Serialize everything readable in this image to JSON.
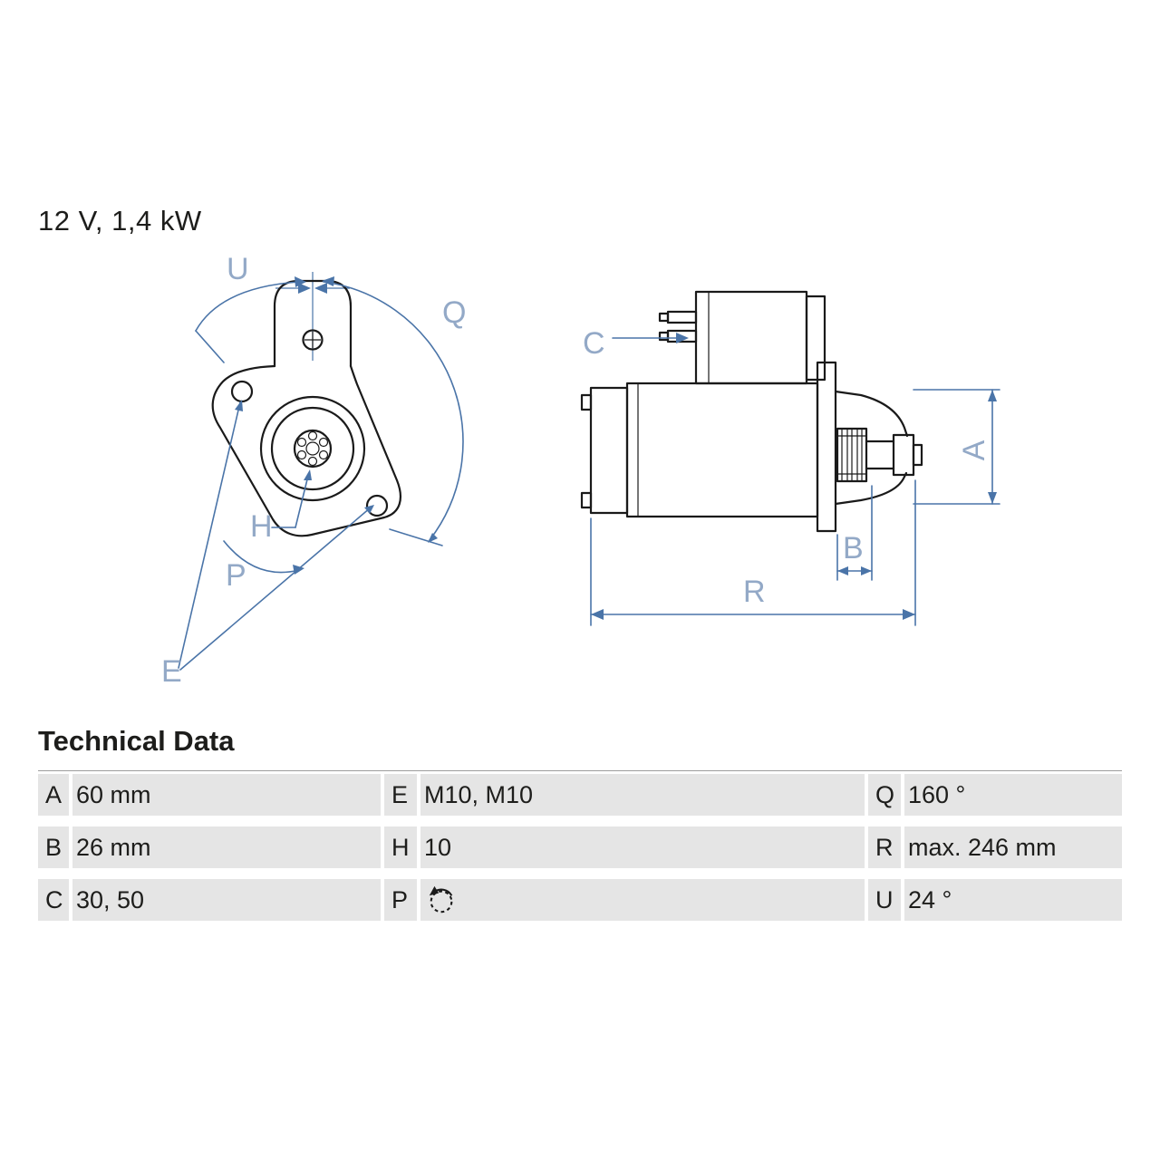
{
  "header": {
    "spec": "12 V, 1,4 kW"
  },
  "diagram": {
    "front_view": {
      "labels": {
        "u": "U",
        "q": "Q",
        "h": "H",
        "p": "P",
        "e": "E"
      }
    },
    "side_view": {
      "labels": {
        "c": "C",
        "a": "A",
        "b": "B",
        "r": "R"
      }
    }
  },
  "technical_data": {
    "title": "Technical Data",
    "rows": [
      {
        "cells": [
          {
            "key": "A",
            "value": "60 mm"
          },
          {
            "key": "E",
            "value": "M10, M10"
          },
          {
            "key": "Q",
            "value": "160 °"
          }
        ]
      },
      {
        "cells": [
          {
            "key": "B",
            "value": "26 mm"
          },
          {
            "key": "H",
            "value": "10"
          },
          {
            "key": "R",
            "value": "max. 246 mm"
          }
        ]
      },
      {
        "cells": [
          {
            "key": "C",
            "value": "30, 50"
          },
          {
            "key": "P",
            "icon": "rotation-ccw-icon"
          },
          {
            "key": "U",
            "value": "24 °"
          }
        ]
      }
    ]
  },
  "colors": {
    "drawing_line": "#1a1a1a",
    "annotation_line": "#4a74a8",
    "annotation_text": "#93a9c7",
    "row_bg": "#e5e5e5",
    "text": "#1d1d1b"
  }
}
